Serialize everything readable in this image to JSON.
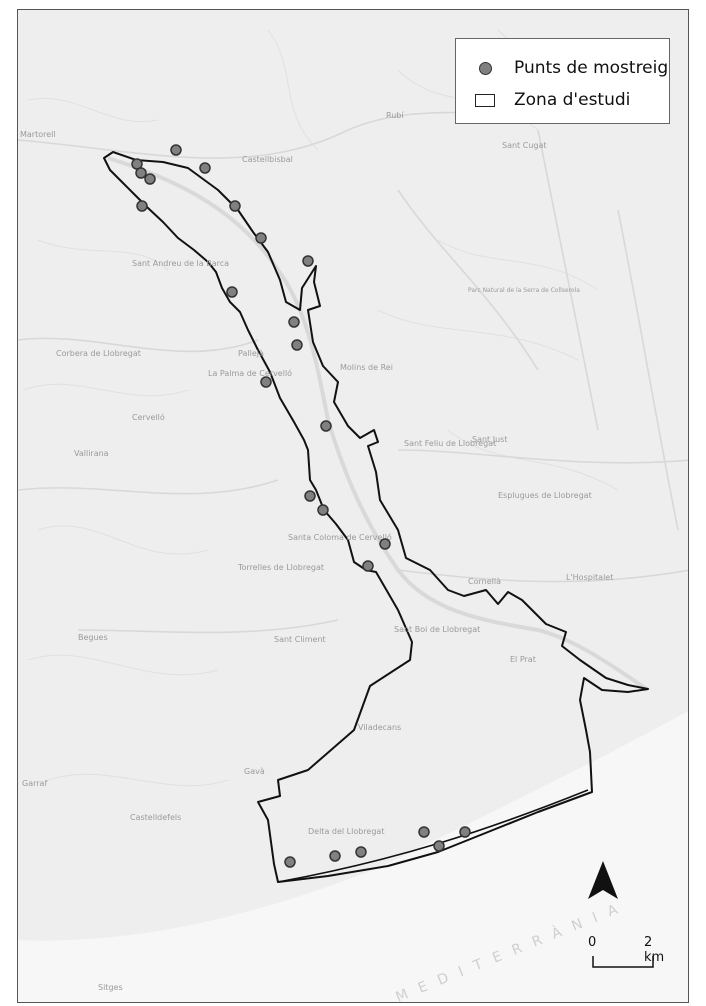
{
  "legend": {
    "sampling_points": "Punts de mostreig",
    "study_area": "Zona d'estudi"
  },
  "scale_bar": {
    "start_label": "0",
    "end_label": "2 km"
  },
  "place_labels": [
    "Martorell",
    "Rubí",
    "Castellbisbal",
    "Sant Cugat",
    "Sant Andreu de la Barca",
    "Pallejà",
    "La Palma de Cervelló",
    "Molins de Rei",
    "Corbera de Llobregat",
    "Cervelló",
    "Vallirana",
    "Sant Feliu de Llobregat",
    "Sant Just",
    "Esplugues de Llobregat",
    "Santa Coloma de Cervelló",
    "Sant Boi de Llobregat",
    "Cornellà",
    "L'Hospitalet",
    "Torrelles de Llobregat",
    "Sant Climent",
    "Begues",
    "El Prat",
    "Viladecans",
    "Gavà",
    "Castelldefels",
    "Delta del Llobregat",
    "Sitges",
    "Garraf",
    "Parc Natural de la Serra de Collserola",
    "MEDITERRÀNIA"
  ],
  "colors": {
    "background": "#eeeeee",
    "sea": "#f7f7f7",
    "study_area_outline": "#111111",
    "sampling_point_fill": "#808080",
    "sampling_point_stroke": "#333333",
    "river": "#d9d9d9"
  },
  "icons": {
    "north_arrow": "north-arrow-icon"
  }
}
